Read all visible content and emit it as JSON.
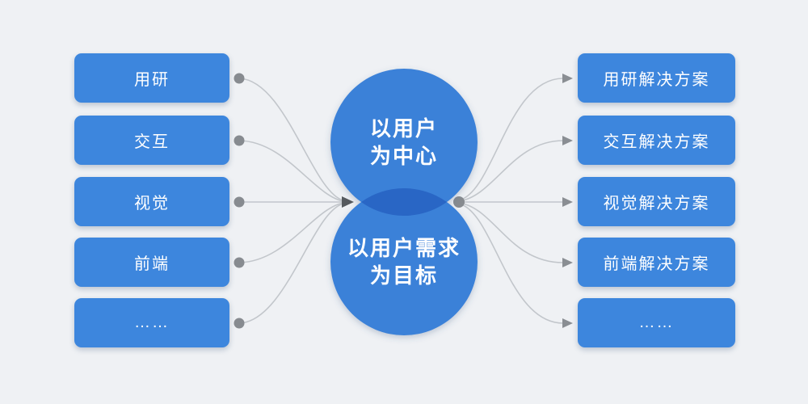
{
  "diagram": {
    "left_items": [
      "用研",
      "交互",
      "视觉",
      "前端",
      "……"
    ],
    "right_items": [
      "用研解决方案",
      "交互解决方案",
      "视觉解决方案",
      "前端解决方案",
      "……"
    ],
    "center_top": {
      "line1": "以用户",
      "line2": "为中心"
    },
    "center_bottom": {
      "line1": "以用户需求",
      "line2": "为目标"
    }
  },
  "colors": {
    "bg": "#eff1f4",
    "box": "#3d86dd",
    "circle": "#3b81d8",
    "overlap": "#2966c5",
    "line": "#c2c6cb",
    "dot": "#878b90",
    "arrow-small": "#8a8e93",
    "arrow-big": "#565a5e",
    "text": "#ffffff"
  }
}
